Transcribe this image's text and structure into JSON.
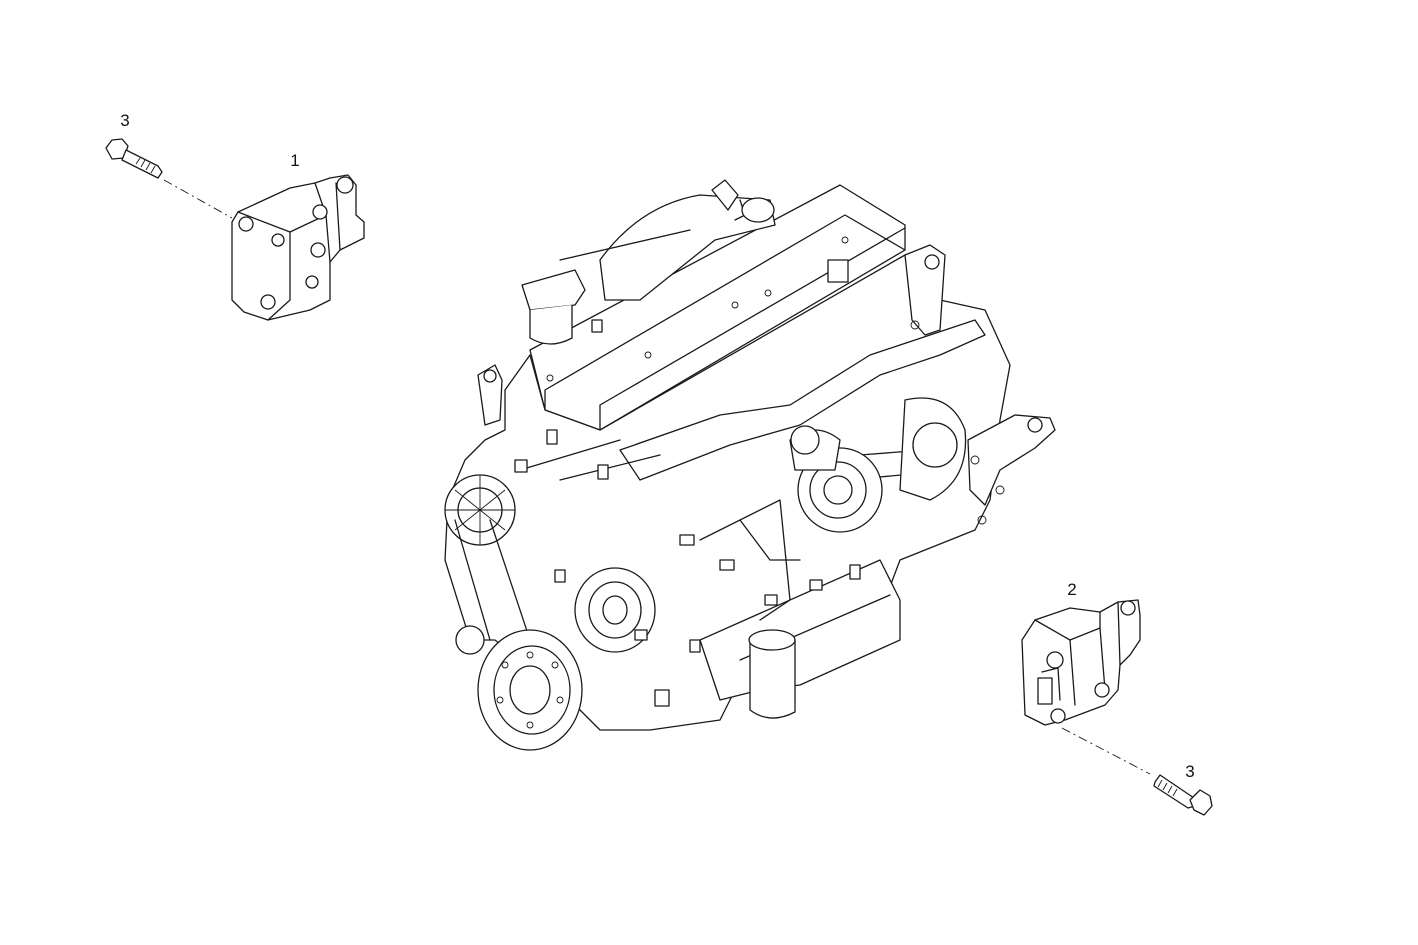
{
  "callouts": {
    "part_1": "1",
    "part_2": "2",
    "bolt_top": "3",
    "bolt_bottom": "3"
  },
  "colors": {
    "line": "#1a1a1a",
    "background": "#ffffff"
  }
}
